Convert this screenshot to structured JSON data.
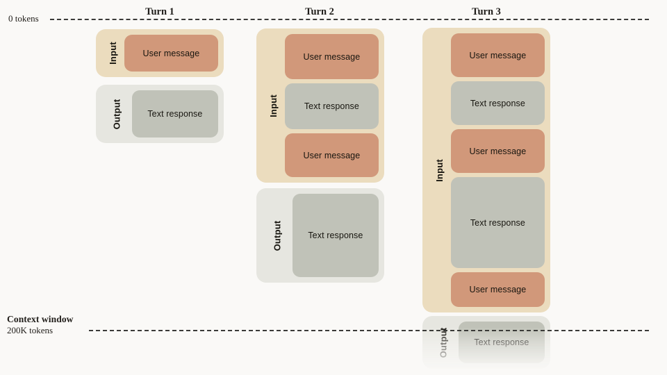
{
  "axis": {
    "top_label": "0 tokens",
    "bottom_label_title": "Context window",
    "bottom_label_sub": "200K tokens"
  },
  "labels": {
    "input": "Input",
    "output": "Output",
    "user_message": "User message",
    "text_response": "Text response"
  },
  "colors": {
    "page_background": "#FAF9F7",
    "input_container": "#EBDCBE",
    "output_container": "#E6E6E0",
    "user_message": "#D1987A",
    "text_response": "#C0C2B8",
    "boundary_line": "#3A3A38",
    "text": "#17150F"
  },
  "turns": [
    {
      "header": "Turn 1",
      "input": {
        "label": "Input",
        "blocks": [
          {
            "type": "user",
            "label": "User message"
          }
        ]
      },
      "output": {
        "label": "Output",
        "blocks": [
          {
            "type": "text",
            "label": "Text response"
          }
        ]
      }
    },
    {
      "header": "Turn 2",
      "input": {
        "label": "Input",
        "blocks": [
          {
            "type": "user",
            "label": "User message"
          },
          {
            "type": "text",
            "label": "Text response"
          },
          {
            "type": "user",
            "label": "User message"
          }
        ]
      },
      "output": {
        "label": "Output",
        "blocks": [
          {
            "type": "text",
            "label": "Text response"
          }
        ]
      }
    },
    {
      "header": "Turn 3",
      "input": {
        "label": "Input",
        "blocks": [
          {
            "type": "user",
            "label": "User message"
          },
          {
            "type": "text",
            "label": "Text response"
          },
          {
            "type": "user",
            "label": "User message"
          },
          {
            "type": "text",
            "label": "Text response"
          },
          {
            "type": "user",
            "label": "User message"
          }
        ]
      },
      "output": {
        "label": "Output",
        "overflow": true,
        "blocks": [
          {
            "type": "text",
            "label": "Text response"
          }
        ]
      }
    }
  ]
}
